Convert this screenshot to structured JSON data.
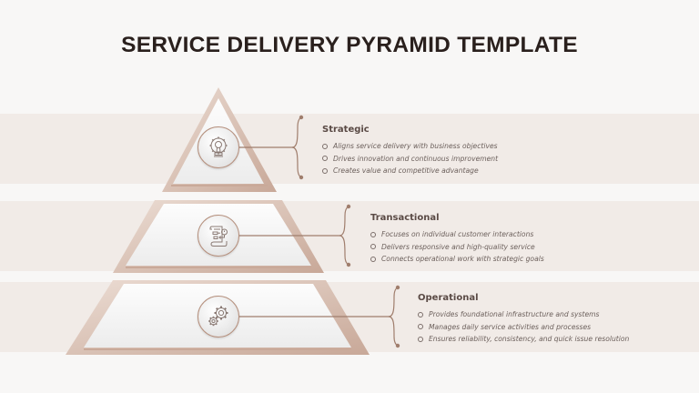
{
  "title": "SERVICE DELIVERY PYRAMID TEMPLATE",
  "levels": [
    {
      "name": "Strategic",
      "icon": "gear-trophy-icon",
      "points": [
        "Aligns service delivery with business objectives",
        "Drives innovation and continuous improvement",
        "Creates value and competitive advantage"
      ]
    },
    {
      "name": "Transactional",
      "icon": "document-flow-icon",
      "points": [
        "Focuses on individual customer interactions",
        "Delivers responsive and high-quality service",
        "Connects operational work with strategic goals"
      ]
    },
    {
      "name": "Operational",
      "icon": "gears-icon",
      "points": [
        "Provides foundational infrastructure and systems",
        "Manages daily service activities and processes",
        "Ensures reliability, consistency, and quick issue resolution"
      ]
    }
  ],
  "colors": {
    "accent": "#a07e6d",
    "band": "#f1ebe7",
    "title": "#2a201d",
    "pyramid_face": "#f5f5f5",
    "pyramid_edge": "#dcc7bb"
  }
}
